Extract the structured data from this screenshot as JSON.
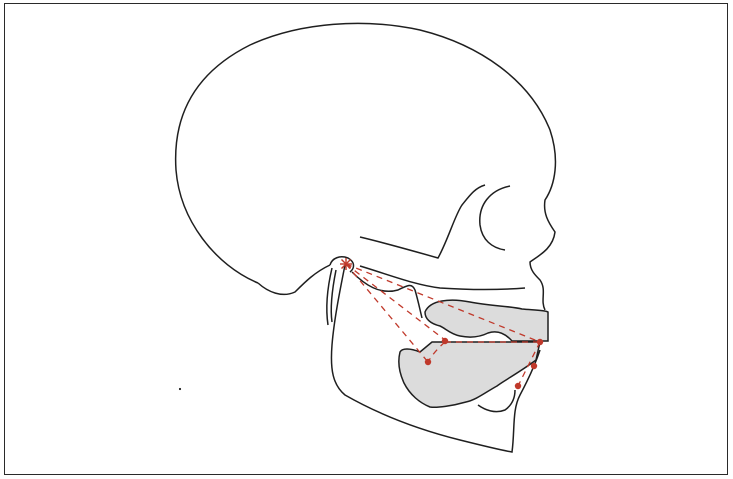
{
  "figure": {
    "colors": {
      "outline": "#1f1f1f",
      "tooth_fill": "#dcdcdc",
      "annotation": "#c0392b",
      "frame": "#2a2a2a",
      "background": "#ffffff"
    },
    "annotation_style": "dashed red guide lines with dot markers",
    "marker_icon": "asterisk-marker",
    "points_marked": 5
  }
}
